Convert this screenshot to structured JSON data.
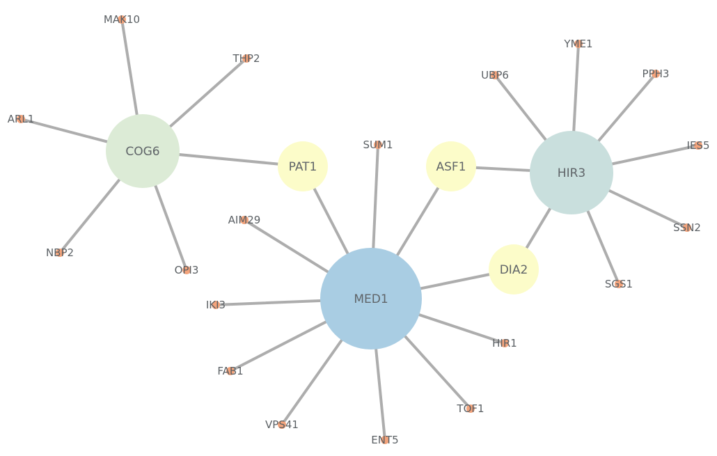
{
  "colors": {
    "edge": "#adadad",
    "leaf": "#f4a47c",
    "hub_green": "#dcebd6",
    "hub_yellow": "#fcfcc9",
    "hub_blue": "#a9cde3",
    "hub_teal": "#c9dfdd"
  },
  "nodes": [
    {
      "id": "MED1",
      "kind": "hub",
      "color": "hub_blue"
    },
    {
      "id": "HIR3",
      "kind": "hub",
      "color": "hub_teal"
    },
    {
      "id": "COG6",
      "kind": "hub",
      "color": "hub_green"
    },
    {
      "id": "PAT1",
      "kind": "hub",
      "color": "hub_yellow"
    },
    {
      "id": "ASF1",
      "kind": "hub",
      "color": "hub_yellow"
    },
    {
      "id": "DIA2",
      "kind": "hub",
      "color": "hub_yellow"
    },
    {
      "id": "MAK10",
      "kind": "leaf"
    },
    {
      "id": "THP2",
      "kind": "leaf"
    },
    {
      "id": "ARL1",
      "kind": "leaf"
    },
    {
      "id": "NBP2",
      "kind": "leaf"
    },
    {
      "id": "OPI3",
      "kind": "leaf"
    },
    {
      "id": "SUM1",
      "kind": "leaf"
    },
    {
      "id": "AIM29",
      "kind": "leaf"
    },
    {
      "id": "IKI3",
      "kind": "leaf"
    },
    {
      "id": "FAB1",
      "kind": "leaf"
    },
    {
      "id": "VPS41",
      "kind": "leaf"
    },
    {
      "id": "ENT5",
      "kind": "leaf"
    },
    {
      "id": "TOF1",
      "kind": "leaf"
    },
    {
      "id": "HIR1",
      "kind": "leaf"
    },
    {
      "id": "UBP6",
      "kind": "leaf"
    },
    {
      "id": "YME1",
      "kind": "leaf"
    },
    {
      "id": "PPH3",
      "kind": "leaf"
    },
    {
      "id": "IES5",
      "kind": "leaf"
    },
    {
      "id": "SSN2",
      "kind": "leaf"
    },
    {
      "id": "SGS1",
      "kind": "leaf"
    }
  ],
  "edges": [
    [
      "COG6",
      "MAK10"
    ],
    [
      "COG6",
      "THP2"
    ],
    [
      "COG6",
      "ARL1"
    ],
    [
      "COG6",
      "NBP2"
    ],
    [
      "COG6",
      "OPI3"
    ],
    [
      "COG6",
      "PAT1"
    ],
    [
      "PAT1",
      "MED1"
    ],
    [
      "SUM1",
      "MED1"
    ],
    [
      "ASF1",
      "MED1"
    ],
    [
      "DIA2",
      "MED1"
    ],
    [
      "AIM29",
      "MED1"
    ],
    [
      "IKI3",
      "MED1"
    ],
    [
      "FAB1",
      "MED1"
    ],
    [
      "VPS41",
      "MED1"
    ],
    [
      "ENT5",
      "MED1"
    ],
    [
      "TOF1",
      "MED1"
    ],
    [
      "HIR1",
      "MED1"
    ],
    [
      "ASF1",
      "HIR3"
    ],
    [
      "DIA2",
      "HIR3"
    ],
    [
      "HIR3",
      "UBP6"
    ],
    [
      "HIR3",
      "YME1"
    ],
    [
      "HIR3",
      "PPH3"
    ],
    [
      "HIR3",
      "IES5"
    ],
    [
      "HIR3",
      "SSN2"
    ],
    [
      "HIR3",
      "SGS1"
    ]
  ]
}
